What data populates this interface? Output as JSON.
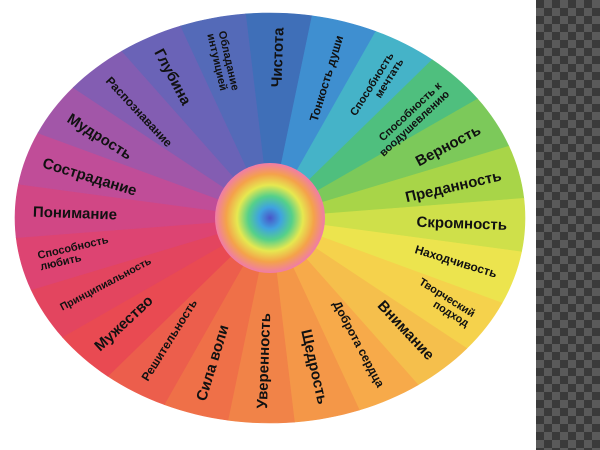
{
  "wheel": {
    "segments": [
      {
        "label": "Чистота",
        "color": "#3f6fb8"
      },
      {
        "label": "Тонкость души",
        "color": "#3f8fd0"
      },
      {
        "label": "Способность\nмечтать",
        "color": "#45b3c8"
      },
      {
        "label": "Способность к\nвоодушевлению",
        "color": "#4fbf7e"
      },
      {
        "label": "Верность",
        "color": "#7cc95a"
      },
      {
        "label": "Преданность",
        "color": "#a8d548"
      },
      {
        "label": "Скромность",
        "color": "#cfe04a"
      },
      {
        "label": "Находчивость",
        "color": "#ece44e"
      },
      {
        "label": "Творческий\nподход",
        "color": "#f5d24c"
      },
      {
        "label": "Внимание",
        "color": "#f5bf4c"
      },
      {
        "label": "Доброта сердца",
        "color": "#f7aa4a"
      },
      {
        "label": "Щедрость",
        "color": "#f49748"
      },
      {
        "label": "Уверенность",
        "color": "#f18348"
      },
      {
        "label": "Сила воли",
        "color": "#ef7048"
      },
      {
        "label": "Решительность",
        "color": "#ec5e4c"
      },
      {
        "label": "Мужество",
        "color": "#e94a52"
      },
      {
        "label": "Принципиальность",
        "color": "#e3455f"
      },
      {
        "label": "Способность\nлюбить",
        "color": "#dd4472"
      },
      {
        "label": "Понимание",
        "color": "#d14785"
      },
      {
        "label": "Сострадание",
        "color": "#c04d98"
      },
      {
        "label": "Мудрость",
        "color": "#a256a8"
      },
      {
        "label": "Распознавание",
        "color": "#835db2"
      },
      {
        "label": "Глубина",
        "color": "#6a63b7"
      },
      {
        "label": "Обладание\nинтуицией",
        "color": "#546ab8"
      }
    ]
  }
}
